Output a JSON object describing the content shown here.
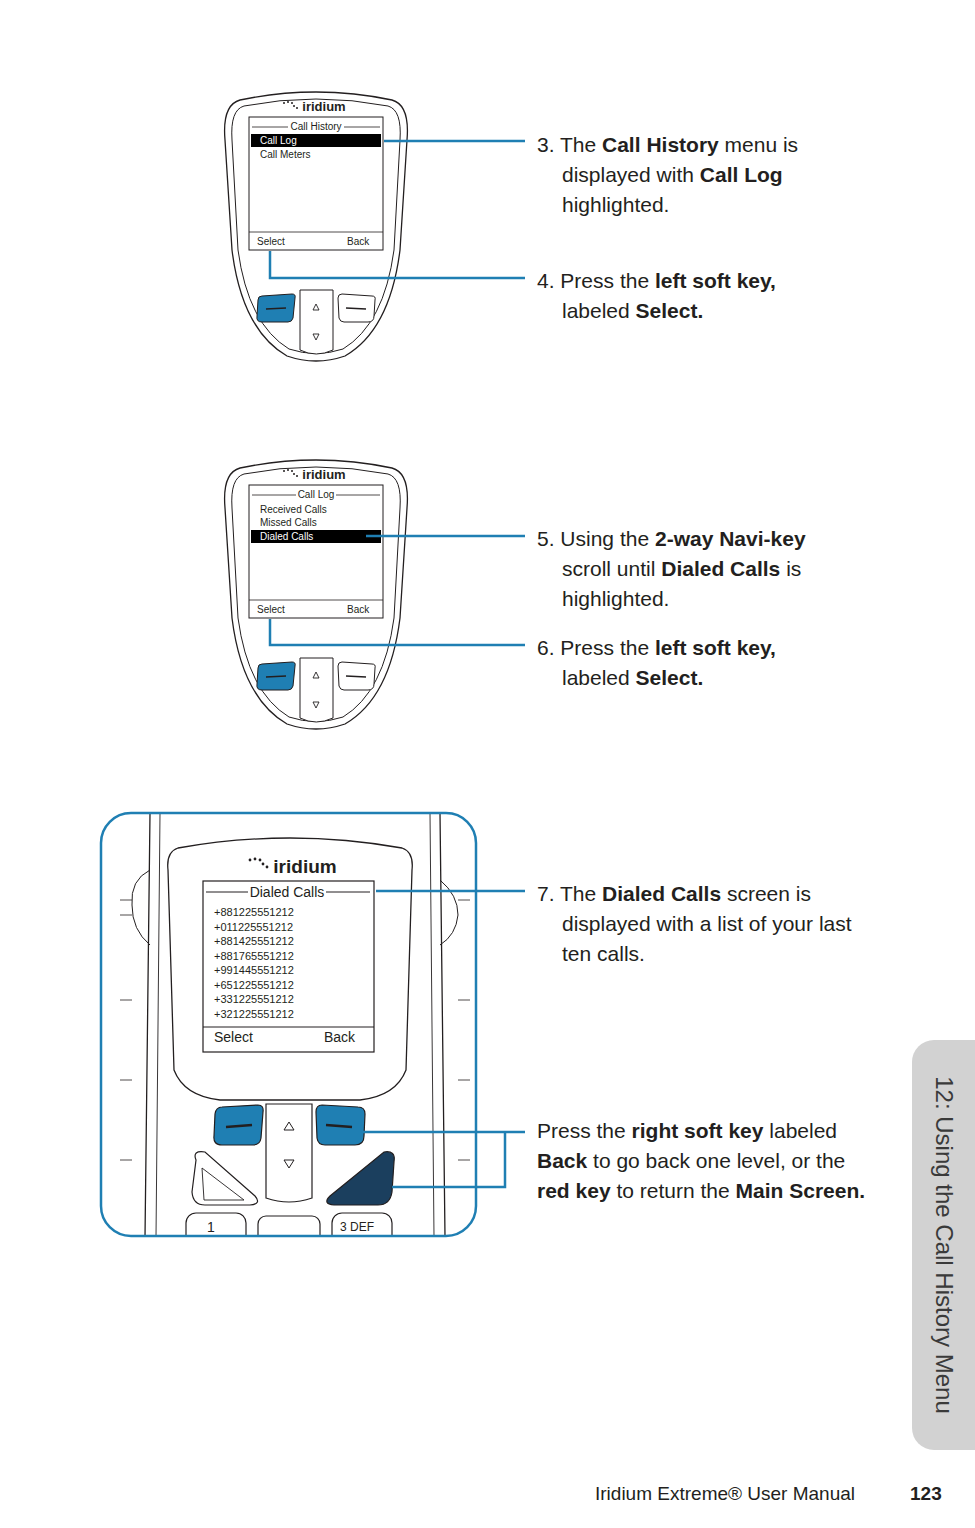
{
  "diagram": {
    "nodes": [
      {
        "text": [
          "12: Using the Call History Menu"
        ]
      }
    ],
    "labels": [
      "Call History",
      "Call Log",
      "Call Meters",
      "Select",
      "Back",
      "3. The Call History menu is displayed with Call Log highlighted.",
      "4. Press the left soft key, labeled Select.",
      "Call Log",
      "Received Calls",
      "Missed Calls",
      "Dialed Calls",
      "Select",
      "Back",
      "5. Using the 2-way Navi-key scroll until Dialed Calls is highlighted.",
      "6. Press the left soft key, labeled Select.",
      "Dialed Calls",
      "+881225551212",
      "+011225551212",
      "+881425551212",
      "+881765551212",
      "+991445551212",
      "+651225551212",
      "+331225551212",
      "+321225551212",
      "Select",
      "Back",
      "7. The Dialed Calls screen is displayed with a list of your last ten calls.",
      "Press the right soft key labeled Back to go back one level, or the red key to return the Main Screen.",
      "iridium",
      "iridium",
      "iridium",
      "Iridium Extreme® User Manual",
      "123",
      "1",
      "3 DEF"
    ]
  }
}
